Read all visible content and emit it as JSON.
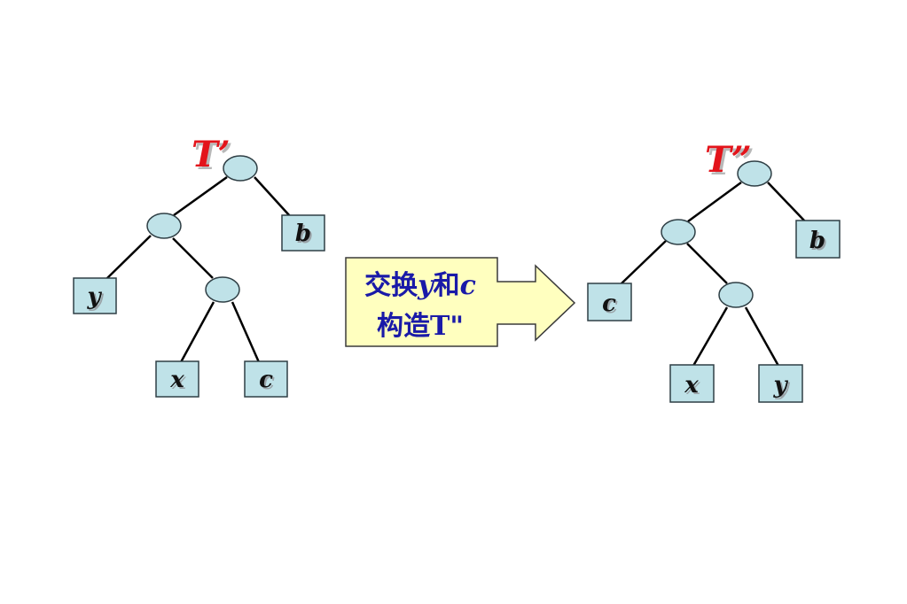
{
  "left_tree": {
    "title": "T’",
    "leaves": {
      "y": "y",
      "b": "b",
      "x": "x",
      "c": "c"
    }
  },
  "right_tree": {
    "title": "T”",
    "leaves": {
      "c": "c",
      "b": "b",
      "x": "x",
      "y": "y"
    }
  },
  "callout": {
    "line1_a": "交换",
    "line1_b": "y",
    "line1_c": "和",
    "line1_d": "c",
    "line2": "构造T\""
  },
  "colors": {
    "node_fill": "#bfe2e8",
    "title": "#e3141b",
    "caption": "#1a1aa8",
    "callout_fill": "#ffffbf"
  }
}
